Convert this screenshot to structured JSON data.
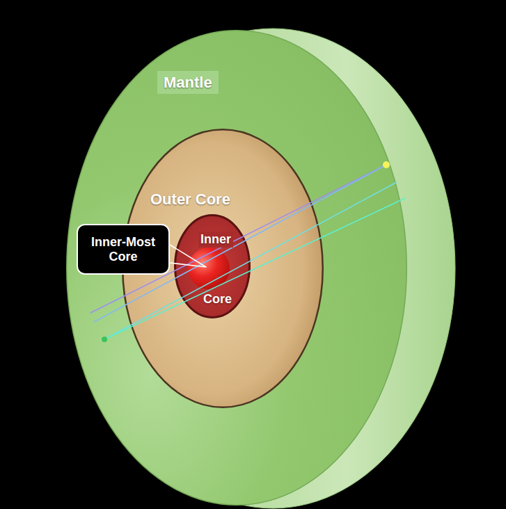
{
  "diagram": {
    "nodes": [
      {
        "text": [
          "Mantle"
        ]
      },
      {
        "text": [
          "Outer Core"
        ],
        "in": 0
      },
      {
        "text": [
          "Inner",
          "Core"
        ],
        "in": 1
      },
      {
        "text": [
          "Inner-Most Core"
        ]
      }
    ]
  }
}
